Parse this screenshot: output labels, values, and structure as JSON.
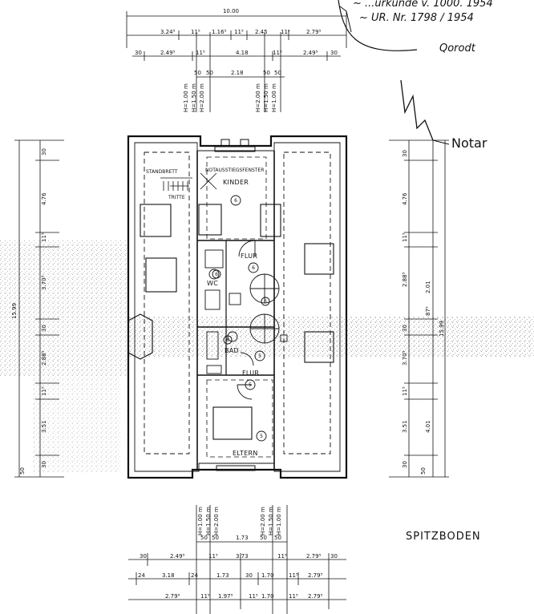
{
  "header": {
    "handwritten_line1": "~ ...urkunde v. 1000. 1954",
    "handwritten_line2": "~ UR. Nr. 1798 / 1954",
    "signature": "Qorodt",
    "notary": "Notar"
  },
  "title": "SPITZBODEN",
  "total_dims": {
    "width_top": "10.00",
    "height_left": "15.99",
    "height_right": "15.99"
  },
  "rooms": {
    "kinder": "KINDER",
    "eltern": "ELTERN",
    "flur_top": "FLUR",
    "flur_bottom": "FLUR",
    "bad": "BAD",
    "wc": "WC",
    "standbrett": "STANDBRETT",
    "notausstieg": "NOTAUSSTIEGSFENSTER",
    "tritte": "TRITTE"
  },
  "room_markers": [
    "6",
    "6",
    "6",
    "5",
    "5",
    "5",
    "6",
    "6"
  ],
  "top_dims": {
    "row1": [
      "3.24⁵",
      "11⁵",
      "1.16⁵",
      "11⁵",
      "2.45",
      "11⁵",
      "2.79⁵"
    ],
    "row2": [
      "30",
      "2.49⁵",
      "11⁵",
      "4.18",
      "11⁵",
      "2.49⁵",
      "30"
    ],
    "row3": [
      "50",
      "50",
      "2.18",
      "50",
      "50"
    ],
    "heights": [
      "H=1.00 m",
      "H=1.50 m",
      "H=2.00 m",
      "H=2.00 m",
      "H=1.50 m",
      "H=1.00 m"
    ]
  },
  "bottom_dims": {
    "heights": [
      "H=1.00 m",
      "H=1.50 m",
      "H=2.00 m",
      "H=2.00 m",
      "H=1.50 m",
      "H=1.00 m"
    ],
    "row0": [
      "50",
      "50",
      "1.73",
      "50",
      "50"
    ],
    "row1": [
      "30",
      "2.49⁵",
      "11⁵",
      "3.73",
      "11⁵",
      "2.79⁵",
      "30"
    ],
    "row2": [
      "24",
      "3.18",
      "24",
      "1.73",
      "30",
      "1.70",
      "11⁵",
      "2.79⁵"
    ],
    "row3": [
      "2.79⁵",
      "11⁵",
      "1.97⁵",
      "11⁵",
      "1.70",
      "11⁵",
      "2.79⁵"
    ]
  },
  "left_dims": [
    "30",
    "4.76",
    "11⁵",
    "3.70⁵",
    "30",
    "2.88⁵",
    "11⁵",
    "3.51",
    "30",
    "50"
  ],
  "right_dims": [
    "30",
    "4.76",
    "11⁵",
    "2.88⁵",
    "2.01",
    "87⁵",
    "30",
    "3.70⁵",
    "11⁵",
    "3.51",
    "4.01",
    "30",
    "50"
  ]
}
